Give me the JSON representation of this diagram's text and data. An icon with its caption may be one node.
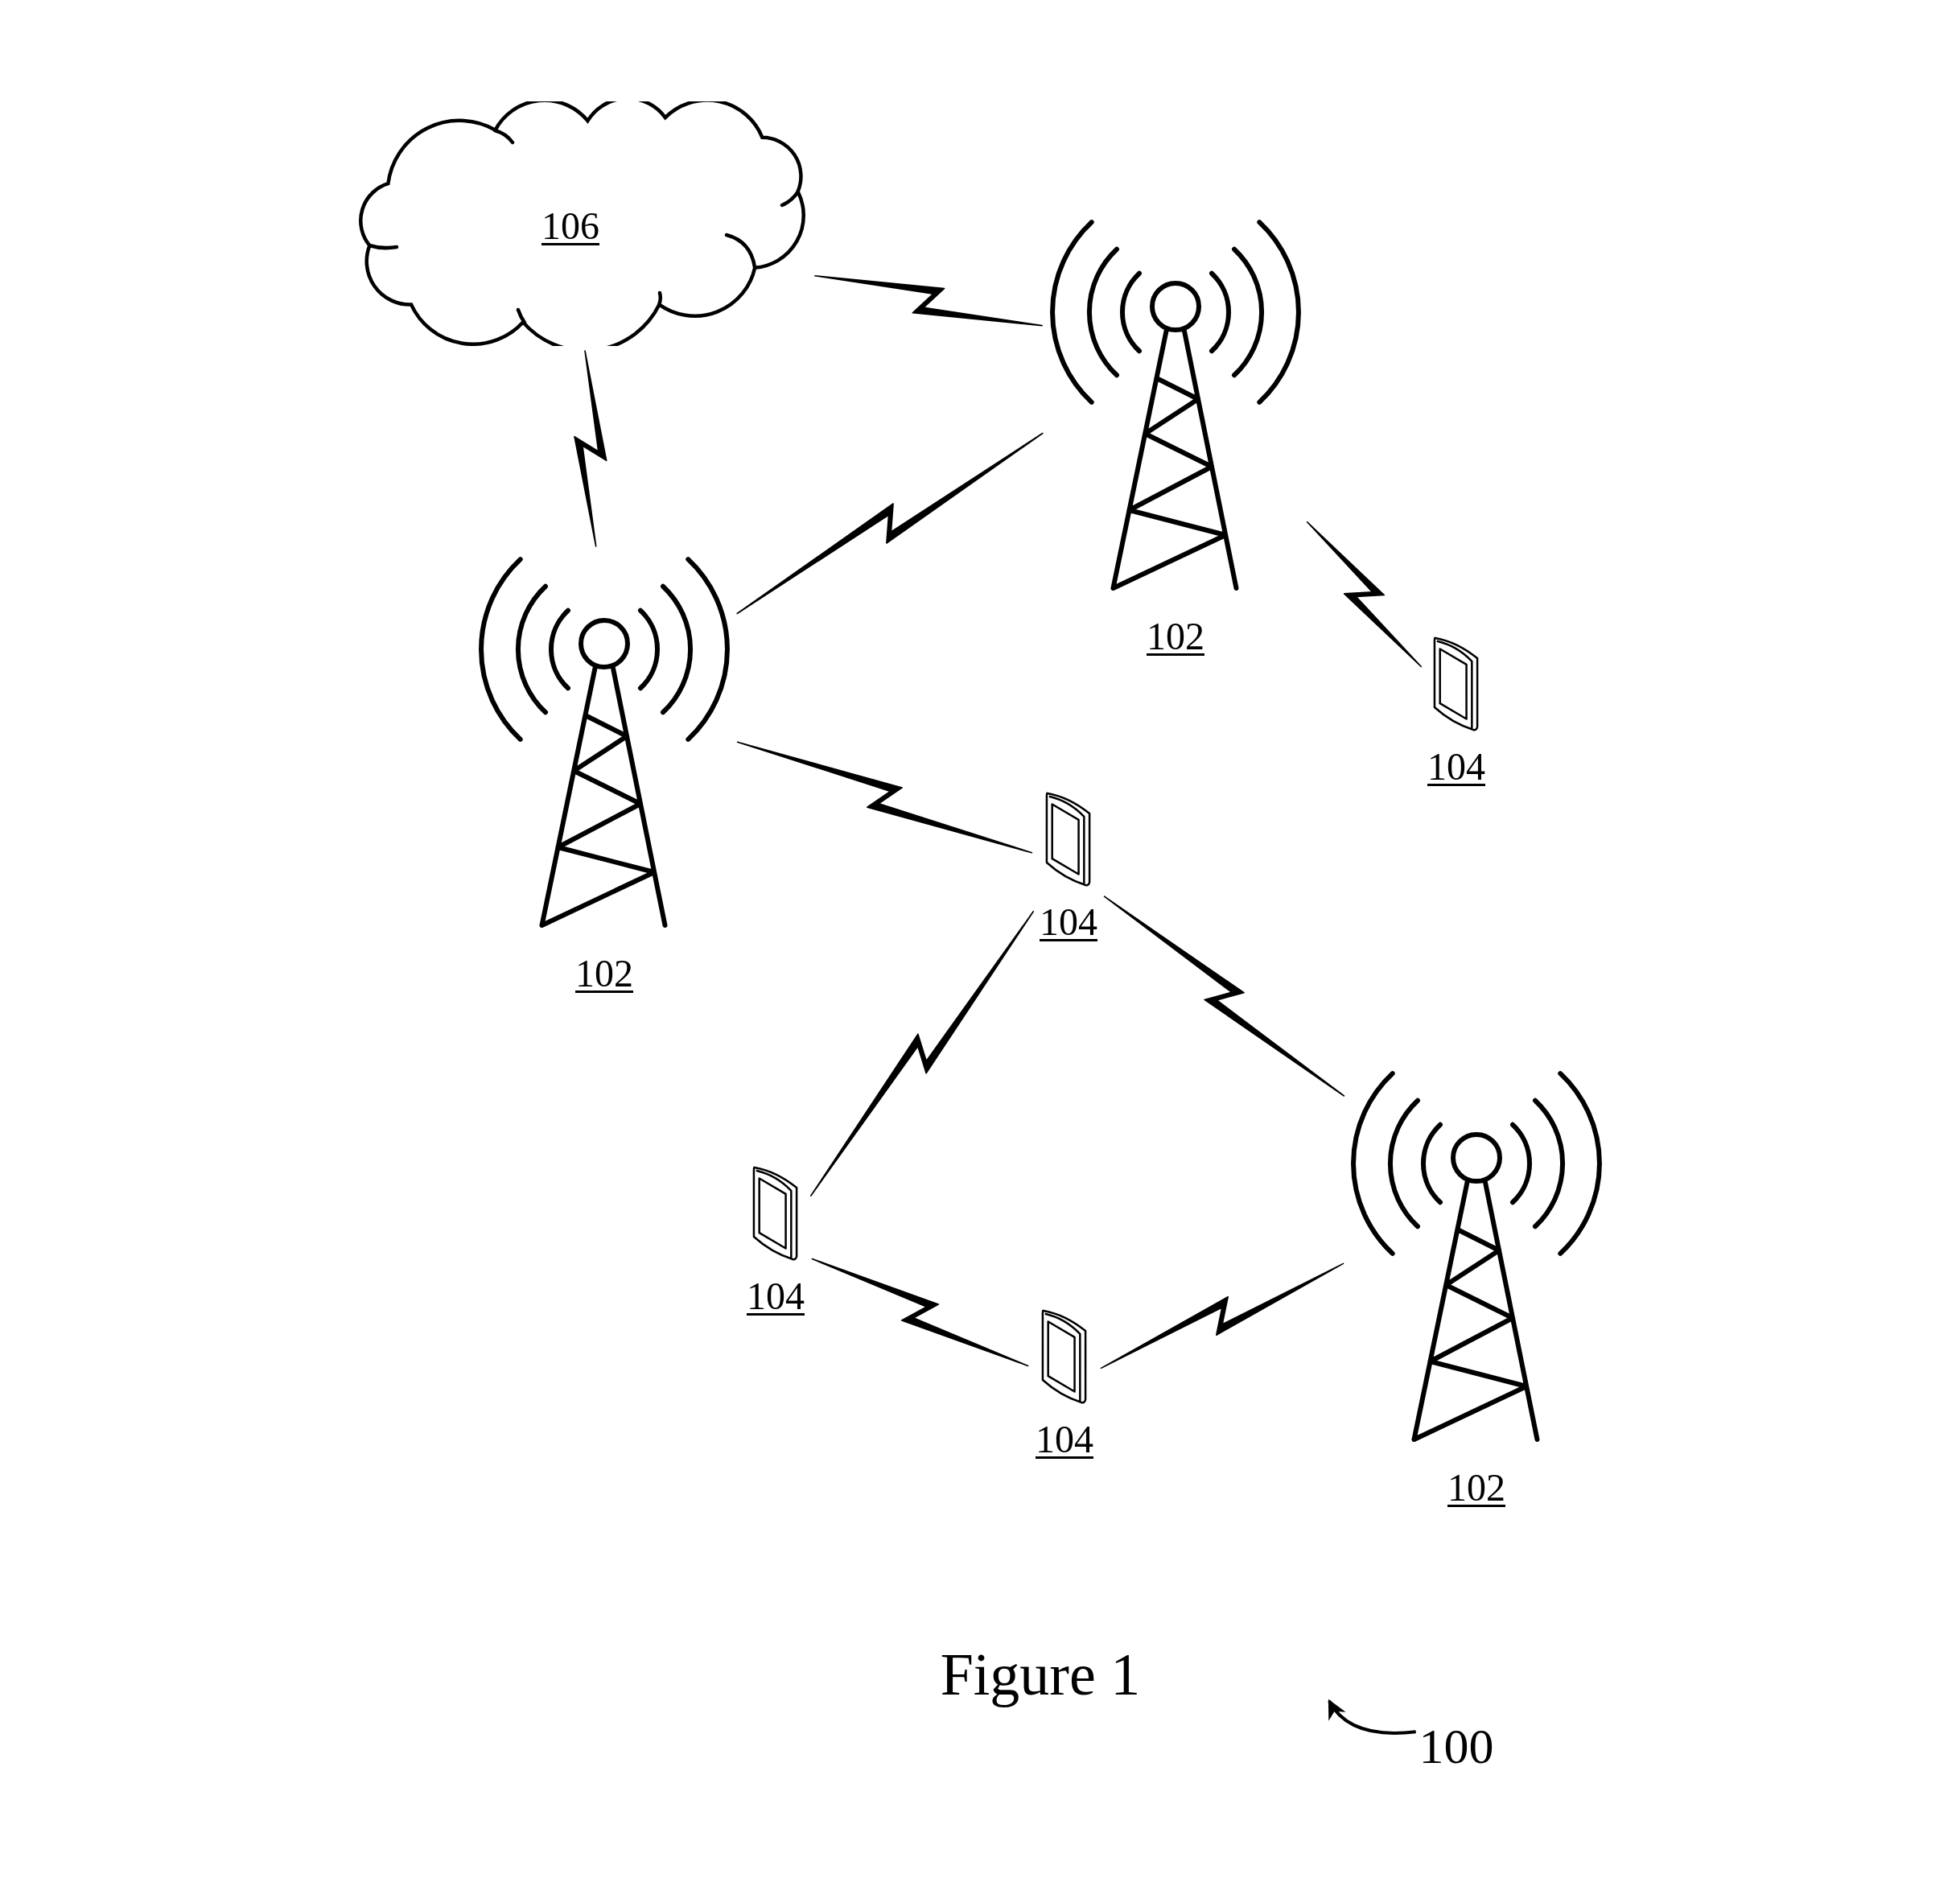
{
  "diagram": {
    "caption": "Figure 1",
    "nodes": [
      {
        "text": [
          "106"
        ]
      },
      {
        "text": [
          "102"
        ]
      },
      {
        "text": [
          "102"
        ]
      },
      {
        "text": [
          "104"
        ]
      },
      {
        "text": [
          "104"
        ]
      },
      {
        "text": [
          "102"
        ]
      },
      {
        "text": [
          "104"
        ]
      },
      {
        "text": [
          "104"
        ]
      },
      {
        "text": [
          "100"
        ]
      }
    ],
    "edges": [
      {
        "from": 0,
        "to": 1,
        "arrow": "none"
      },
      {
        "from": 0,
        "to": 2,
        "arrow": "none"
      },
      {
        "from": 1,
        "to": 2,
        "arrow": "none"
      },
      {
        "from": 1,
        "to": 3,
        "arrow": "none"
      },
      {
        "from": 2,
        "to": 4,
        "arrow": "none"
      },
      {
        "from": 4,
        "to": 5,
        "arrow": "none"
      },
      {
        "from": 4,
        "to": 6,
        "arrow": "none"
      },
      {
        "from": 6,
        "to": 7,
        "arrow": "none"
      },
      {
        "from": 7,
        "to": 5,
        "arrow": "none"
      },
      {
        "from": 8,
        "to": null,
        "arrow": "to"
      }
    ]
  }
}
